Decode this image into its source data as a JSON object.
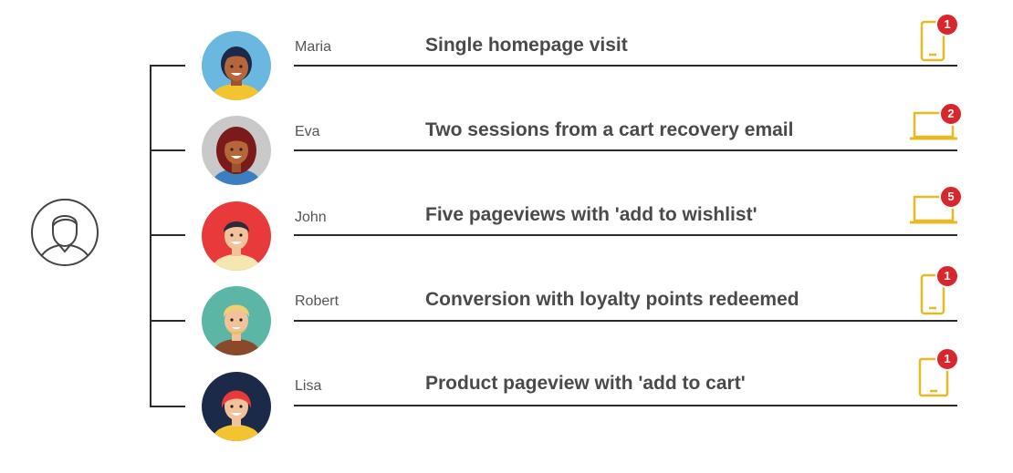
{
  "colors": {
    "line": "#2b2b2b",
    "device": "#e8b923",
    "badge": "#d8262c",
    "name_text": "#555555",
    "desc_text": "#4a4a4a"
  },
  "user_icon": "user-outline-icon",
  "sessions": [
    {
      "name": "Maria",
      "description": "Single homepage visit",
      "device": "phone-icon",
      "count": "1"
    },
    {
      "name": "Eva",
      "description": "Two sessions from a cart recovery email",
      "device": "laptop-icon",
      "count": "2"
    },
    {
      "name": "John",
      "description": "Five pageviews with 'add to wishlist'",
      "device": "laptop-icon",
      "count": "5"
    },
    {
      "name": "Robert",
      "description": "Conversion with loyalty points redeemed",
      "device": "phone-icon",
      "count": "1"
    },
    {
      "name": "Lisa",
      "description": "Product pageview with 'add to cart'",
      "device": "tablet-icon",
      "count": "1"
    }
  ]
}
